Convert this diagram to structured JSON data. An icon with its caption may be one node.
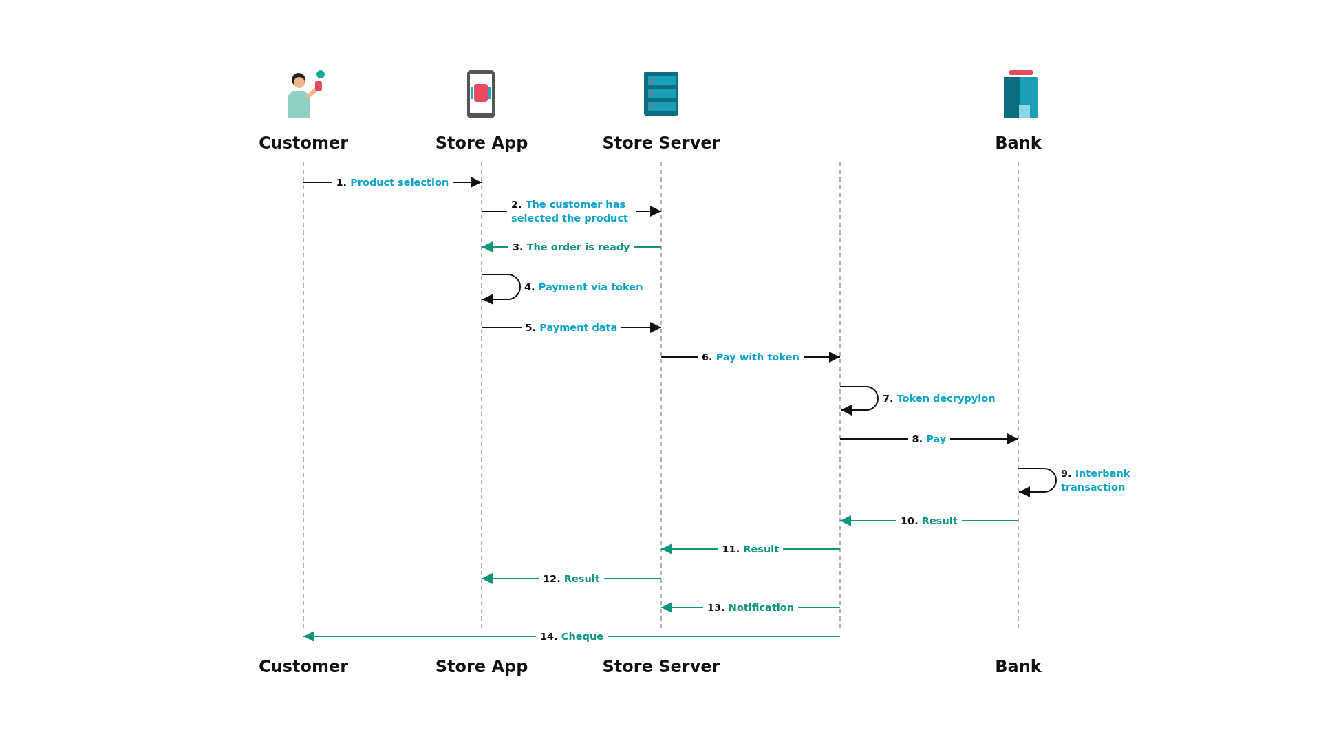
{
  "diagram": {
    "nodes": [
      {
        "text": [
          "Customer"
        ]
      },
      {
        "text": [
          "Store App"
        ]
      },
      {
        "text": [
          "Store Server"
        ]
      },
      {
        "text": [],
        "shape": "bar"
      },
      {
        "text": [
          "Bank"
        ]
      }
    ],
    "edges": [
      {
        "from": 0,
        "to": 1,
        "arrow": "to",
        "label": "1. Product selection"
      },
      {
        "from": 1,
        "to": 2,
        "arrow": "to",
        "label": "2. The customer has selected the product"
      },
      {
        "from": 2,
        "to": 1,
        "arrow": "to",
        "label": "3. The order is ready",
        "color": "#0e9580"
      },
      {
        "from": 1,
        "to": 1,
        "arrow": "to",
        "label": "4. Payment via token"
      },
      {
        "from": 1,
        "to": 2,
        "arrow": "to",
        "label": "5. Payment data"
      },
      {
        "from": 2,
        "to": 3,
        "arrow": "to",
        "label": "6. Pay with token"
      },
      {
        "from": 3,
        "to": 3,
        "arrow": "to",
        "label": "7. Token decrypyion"
      },
      {
        "from": 3,
        "to": 4,
        "arrow": "to",
        "label": "8. Pay"
      },
      {
        "from": 4,
        "to": 4,
        "arrow": "to",
        "label": "9. Interbank transaction"
      },
      {
        "from": 4,
        "to": 3,
        "arrow": "to",
        "label": "10. Result",
        "color": "#0e9580"
      },
      {
        "from": 3,
        "to": 2,
        "arrow": "to",
        "label": "11. Result",
        "color": "#0e9580"
      },
      {
        "from": 2,
        "to": 1,
        "arrow": "to",
        "label": "12. Result",
        "color": "#0e9580"
      },
      {
        "from": 3,
        "to": 2,
        "arrow": "to",
        "label": "13. Notification",
        "color": "#0e9580"
      },
      {
        "from": 3,
        "to": 0,
        "arrow": "to",
        "label": "14. Cheque",
        "color": "#0e9580"
      }
    ],
    "labels": [
      "Customer",
      "Store App",
      "Store Server",
      "Bank"
    ]
  }
}
